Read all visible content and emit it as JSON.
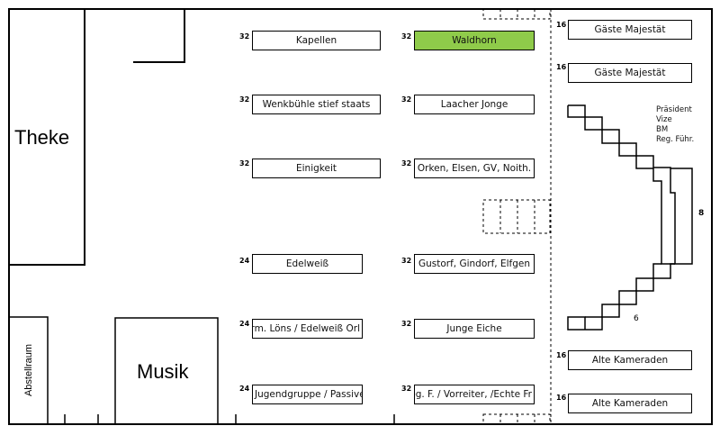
{
  "rooms": {
    "theke": "Theke",
    "musik": "Musik",
    "abstellraum": "Abstellraum"
  },
  "tables_left": [
    {
      "cap": "32",
      "name": "Kapellen"
    },
    {
      "cap": "32",
      "name": "Wenkbühle stief staats"
    },
    {
      "cap": "32",
      "name": "Einigkeit"
    },
    {
      "cap": "24",
      "name": "Edelweiß"
    },
    {
      "cap": "24",
      "name": "Herm. Löns / Edelweiß Orl"
    },
    {
      "cap": "24",
      "name": "Jugendgruppe / Passive"
    }
  ],
  "tables_mid": [
    {
      "cap": "32",
      "name": "Waldhorn"
    },
    {
      "cap": "32",
      "name": "Laacher Jonge"
    },
    {
      "cap": "32",
      "name": "Orken, Elsen, GV, Noith."
    },
    {
      "cap": "32",
      "name": "Gustorf, Gindorf, Elfgen"
    },
    {
      "cap": "32",
      "name": "Junge Eiche"
    },
    {
      "cap": "32",
      "name": "Reg. F. / Vorreiter, /Echte Fr"
    }
  ],
  "tables_right": [
    {
      "cap": "16",
      "name": "Gäste Majestät"
    },
    {
      "cap": "16",
      "name": "Gäste Majestät"
    },
    {
      "cap": "16",
      "name": "Alte Kameraden"
    },
    {
      "cap": "16",
      "name": "Alte Kameraden"
    }
  ],
  "head_table": {
    "roles": [
      "Präsident",
      "Vize",
      "BM",
      "Reg. Führ."
    ],
    "count_side": "8",
    "count_bottom": "6"
  },
  "colors": {
    "highlight": "#8fcb4a",
    "line": "#000000"
  }
}
